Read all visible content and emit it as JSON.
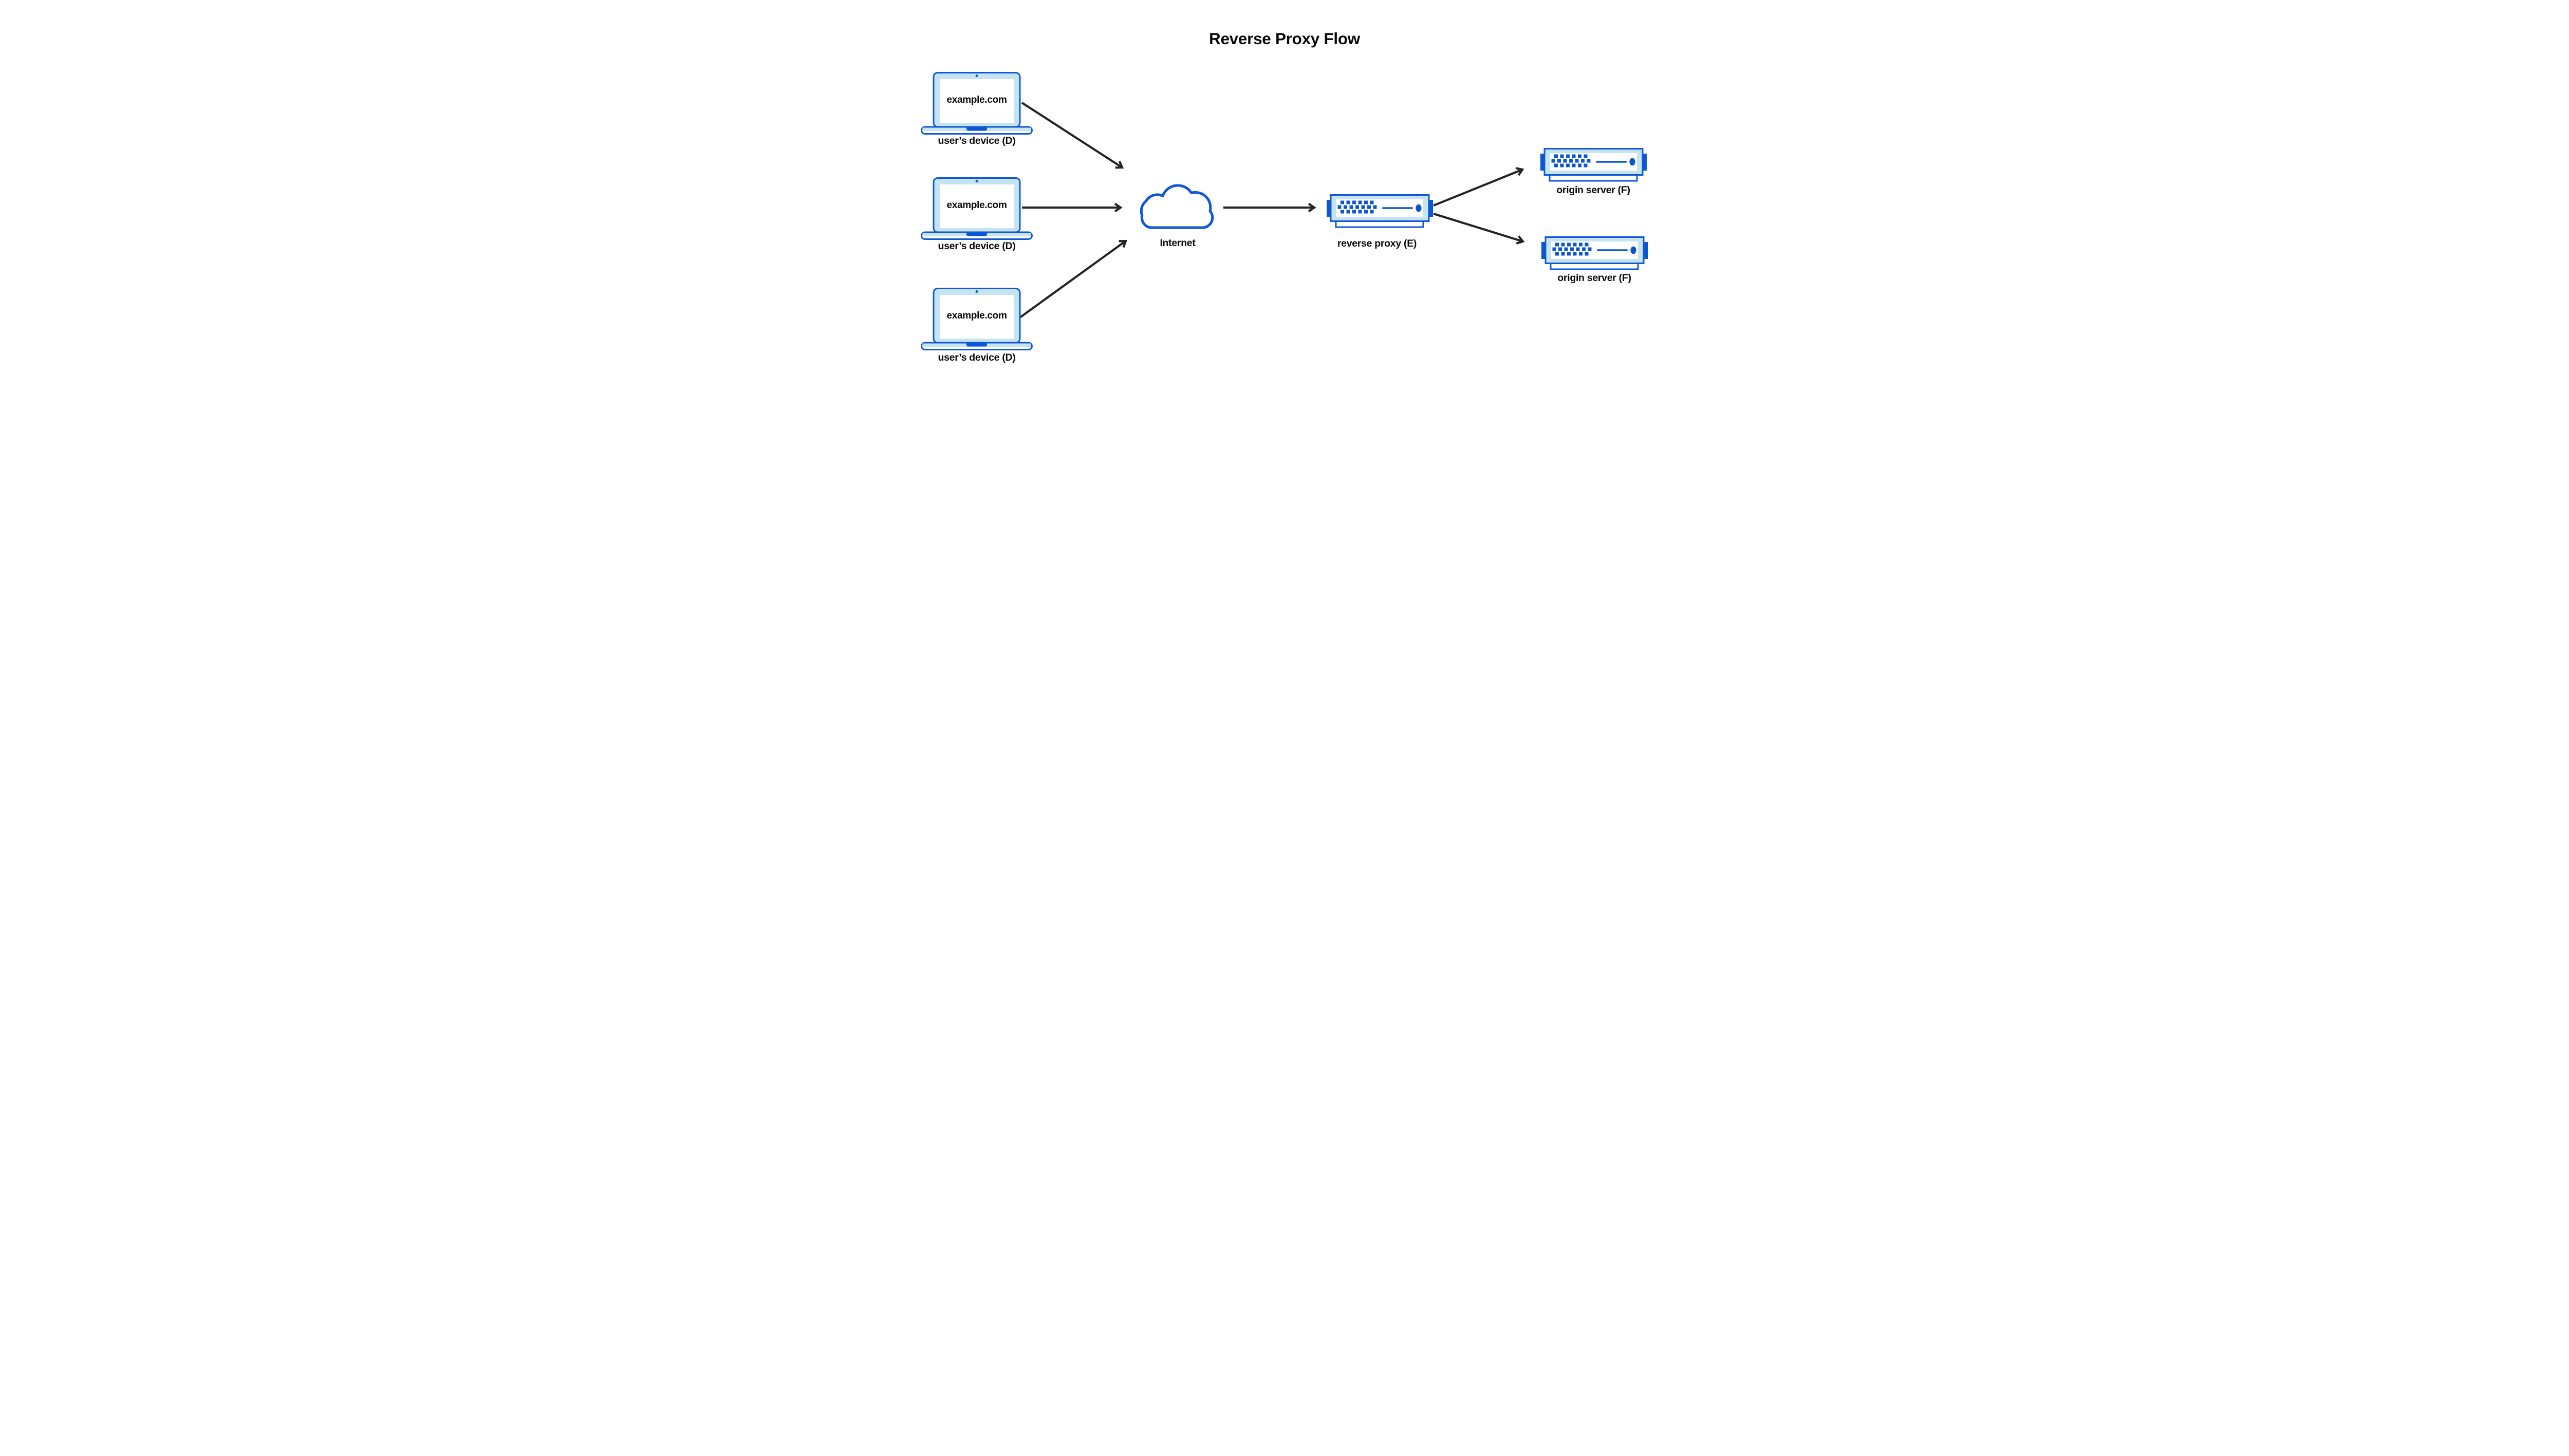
{
  "title": "Reverse Proxy Flow",
  "colors": {
    "background": "#ffffff",
    "outline": "#1158d8",
    "accent": "#0b57d0",
    "fill_light": "#c6e3f1",
    "arrow": "#242424",
    "text": "#0a0a0a"
  },
  "icons": {
    "device": "laptop-icon",
    "internet": "cloud-icon",
    "proxy": "server-icon",
    "origin": "server-icon"
  },
  "nodes": {
    "devices": [
      {
        "screen_text": "example.com",
        "label": "user’s device (D)"
      },
      {
        "screen_text": "example.com",
        "label": "user’s device (D)"
      },
      {
        "screen_text": "example.com",
        "label": "user’s device (D)"
      }
    ],
    "internet": {
      "label": "Internet"
    },
    "proxy": {
      "label": "reverse proxy (E)"
    },
    "origins": [
      {
        "label": "origin server (F)"
      },
      {
        "label": "origin server (F)"
      }
    ]
  },
  "connections": [
    {
      "from": "user’s device (D) #1",
      "to": "Internet"
    },
    {
      "from": "user’s device (D) #2",
      "to": "Internet"
    },
    {
      "from": "user’s device (D) #3",
      "to": "Internet"
    },
    {
      "from": "Internet",
      "to": "reverse proxy (E)"
    },
    {
      "from": "reverse proxy (E)",
      "to": "origin server (F) #1"
    },
    {
      "from": "reverse proxy (E)",
      "to": "origin server (F) #2"
    }
  ]
}
